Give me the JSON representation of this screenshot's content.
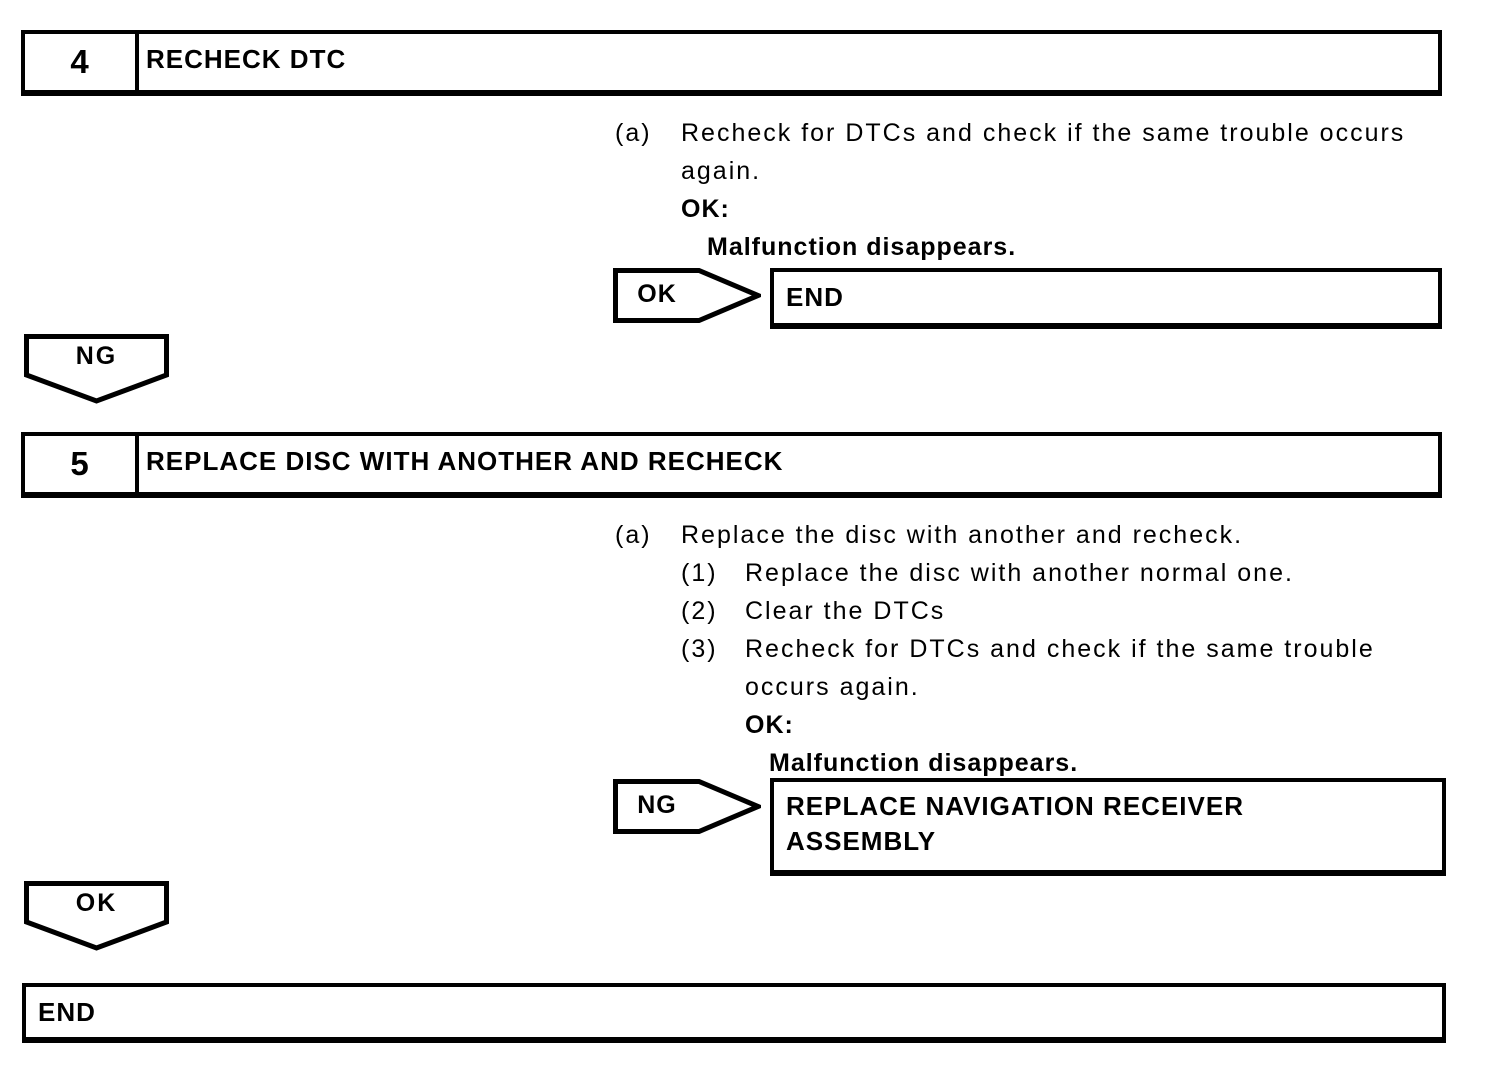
{
  "colors": {
    "ink": "#000000",
    "paper": "#ffffff"
  },
  "steps": [
    {
      "number": "4",
      "title": "RECHECK DTC",
      "substep": {
        "marker": "(a)",
        "text": "Recheck for DTCs and check if the same trouble occurs\nagain.",
        "condition_label": "OK:",
        "condition_value": "Malfunction disappears."
      },
      "branch": {
        "label": "OK",
        "target": "END"
      },
      "connector": "NG"
    },
    {
      "number": "5",
      "title": "REPLACE DISC WITH ANOTHER AND RECHECK",
      "substep": {
        "marker": "(a)",
        "text": "Replace the disc with another and recheck.",
        "items": [
          {
            "marker": "(1)",
            "text": "Replace the disc with another normal one."
          },
          {
            "marker": "(2)",
            "text": "Clear the DTCs"
          },
          {
            "marker": "(3)",
            "text": "Recheck for DTCs and check if the same trouble\noccurs again."
          }
        ],
        "condition_label": "OK:",
        "condition_value": "Malfunction disappears."
      },
      "branch": {
        "label": "NG",
        "target": "REPLACE NAVIGATION RECEIVER\nASSEMBLY"
      },
      "connector": "OK"
    }
  ],
  "end_label": "END"
}
